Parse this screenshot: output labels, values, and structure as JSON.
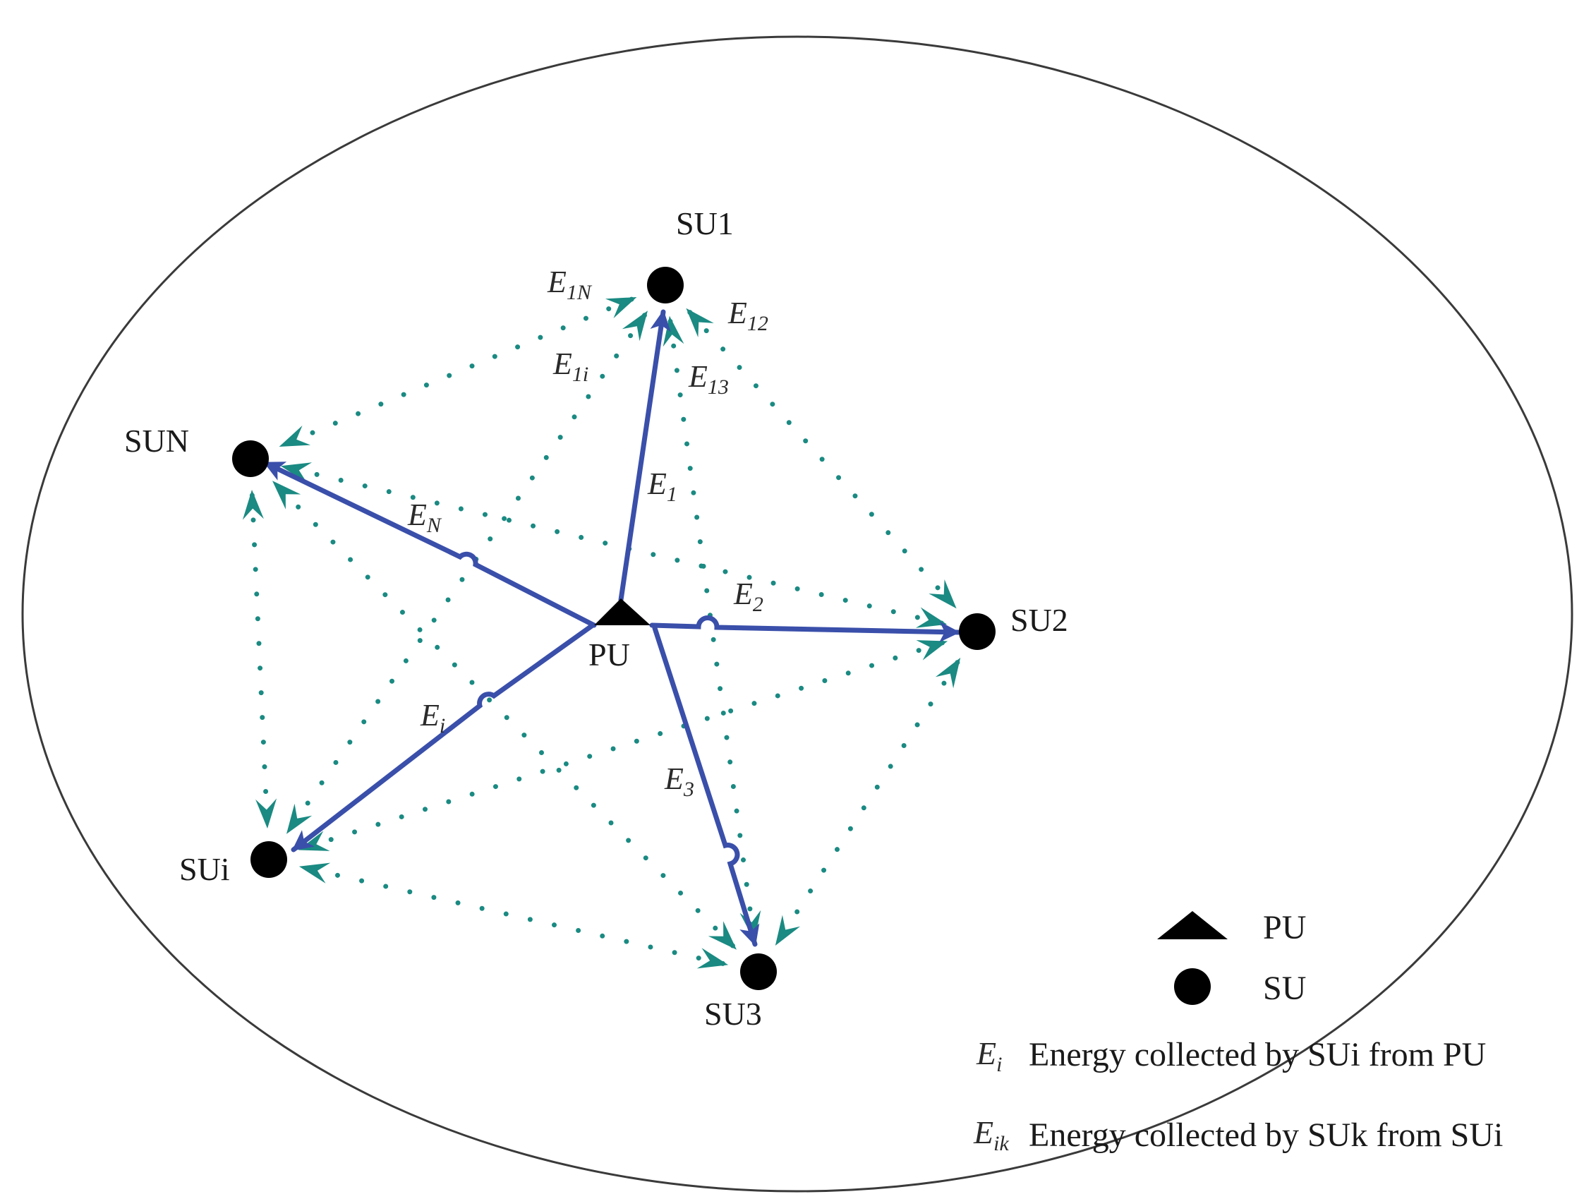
{
  "nodes": {
    "pu": {
      "label": "PU"
    },
    "su1": {
      "label": "SU1"
    },
    "su2": {
      "label": "SU2"
    },
    "su3": {
      "label": "SU3"
    },
    "sui": {
      "label": "SUi"
    },
    "sun": {
      "label": "SUN"
    }
  },
  "pu_links": {
    "e1": {
      "base": "E",
      "sub": "1"
    },
    "e2": {
      "base": "E",
      "sub": "2"
    },
    "e3": {
      "base": "E",
      "sub": "3"
    },
    "ei": {
      "base": "E",
      "sub": "i"
    },
    "en": {
      "base": "E",
      "sub": "N"
    }
  },
  "su_links": {
    "e1n": {
      "base": "E",
      "sub": "1N"
    },
    "e12": {
      "base": "E",
      "sub": "12"
    },
    "e1i": {
      "base": "E",
      "sub": "1i"
    },
    "e13": {
      "base": "E",
      "sub": "13"
    }
  },
  "legend": {
    "pu_label": "PU",
    "su_label": "SU",
    "ei_symbol": {
      "base": "E",
      "sub": "i"
    },
    "ei_text": "Energy collected by SUi from PU",
    "eik_symbol": {
      "base": "E",
      "sub": "ik"
    },
    "eik_text": "Energy collected by SUk from SUi"
  },
  "colors": {
    "pu_arrow": "#3a4faa",
    "su_dotted": "#1a8a82",
    "node": "#000000",
    "circle": "#3a3a3a"
  }
}
